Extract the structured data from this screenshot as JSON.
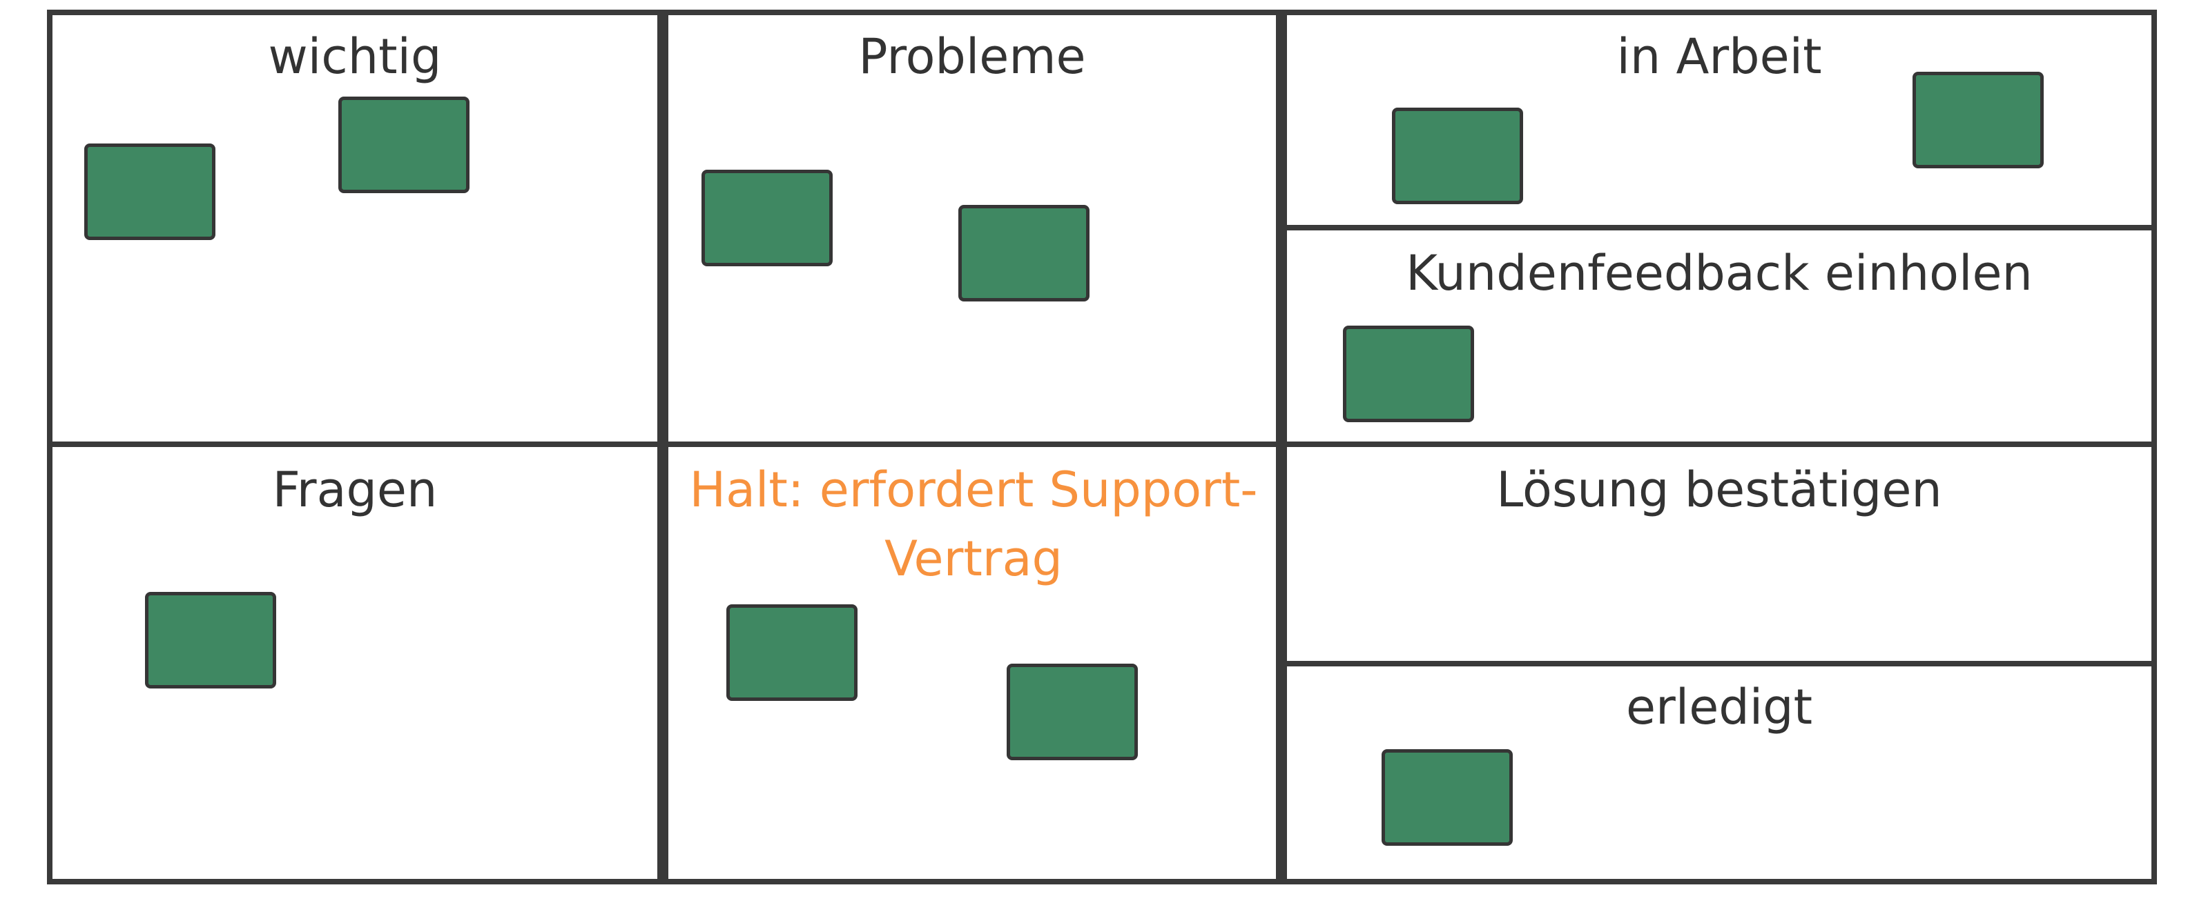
{
  "colors": {
    "grid_line": "#3a3a3a",
    "title_text": "#333333",
    "alert_text": "#f7923e",
    "card_fill": "#3f8862",
    "card_border": "#353535"
  },
  "cells": {
    "wichtig": {
      "title": "wichtig"
    },
    "probleme": {
      "title": "Probleme"
    },
    "in_arbeit": {
      "title": "in Arbeit"
    },
    "kundenfeedback": {
      "title": "Kundenfeedback einholen"
    },
    "fragen": {
      "title": "Fragen"
    },
    "halt": {
      "title": "Halt: erfordert Support-Vertrag"
    },
    "loesung": {
      "title": "Lösung bestätigen"
    },
    "erledigt": {
      "title": "erledigt"
    }
  }
}
